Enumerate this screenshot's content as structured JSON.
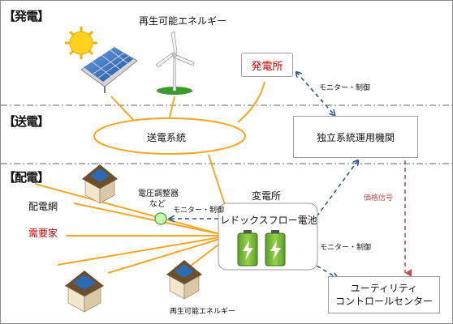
{
  "sections": {
    "generation": "【発電】",
    "transmission": "【送電】",
    "distribution": "【配電】"
  },
  "labels": {
    "renewable_top": "再生可能エネルギー",
    "power_plant": "発電所",
    "transmission_system": "送電系統",
    "independent_operator": "独立系統運用機関",
    "substation": "変電所",
    "redox_battery": "レドックスフロー電池",
    "voltage_regulator_line1": "電圧調整器",
    "voltage_regulator_line2": "など",
    "monitor_control_top": "モニター・制御",
    "monitor_control_left": "モニター・制御",
    "monitor_control_right": "モニター・制御",
    "price_signal": "価格信号",
    "distribution_network": "配電網",
    "consumers": "需要家",
    "utility_line1": "ユーティリティ",
    "utility_line2": "コントロールセンター",
    "renewable_bottom": "再生可能エネルギー"
  },
  "colors": {
    "power_line": "#f5a623",
    "control_arrow": "#2e5597",
    "price_arrow": "#c0504d",
    "consumer_text": "#c00000"
  },
  "icons": [
    "solar-panel-icon",
    "wind-turbine-icon",
    "house-icon",
    "battery-icon",
    "regulator-node-icon"
  ]
}
